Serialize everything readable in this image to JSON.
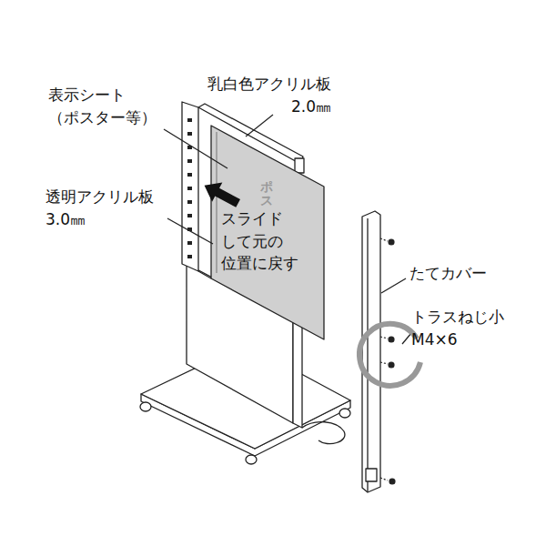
{
  "diagram": {
    "labels": [
      "表示シート （ポスター等）",
      "透明アクリル板 3.0㎜",
      "乳白色アクリル板 2.0㎜",
      "スライド して元の 位置に戻す",
      "たてカバー",
      "トラスねじ小 M4×6",
      "ポス"
    ]
  }
}
